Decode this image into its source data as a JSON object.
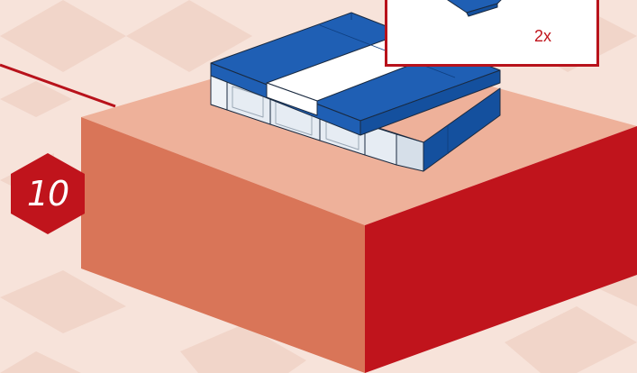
{
  "step": {
    "number": "10"
  },
  "callout": {
    "quantity": "2x"
  },
  "colors": {
    "background_light": "#f7e3da",
    "background_dark": "#f1d5c9",
    "platform_top": "#eeb19a",
    "platform_left": "#d97558",
    "platform_right": "#c0141c",
    "brick_blue": "#1f5fb4",
    "brick_blue_dark": "#14509e",
    "brick_white": "#ffffff",
    "brick_clear": "#dde6f0",
    "accent_red": "#b8121b"
  },
  "icons": {
    "badge": "hexagon-step-badge",
    "assembly": "brick-assembly-icon",
    "leader": "callout-leader-line"
  }
}
